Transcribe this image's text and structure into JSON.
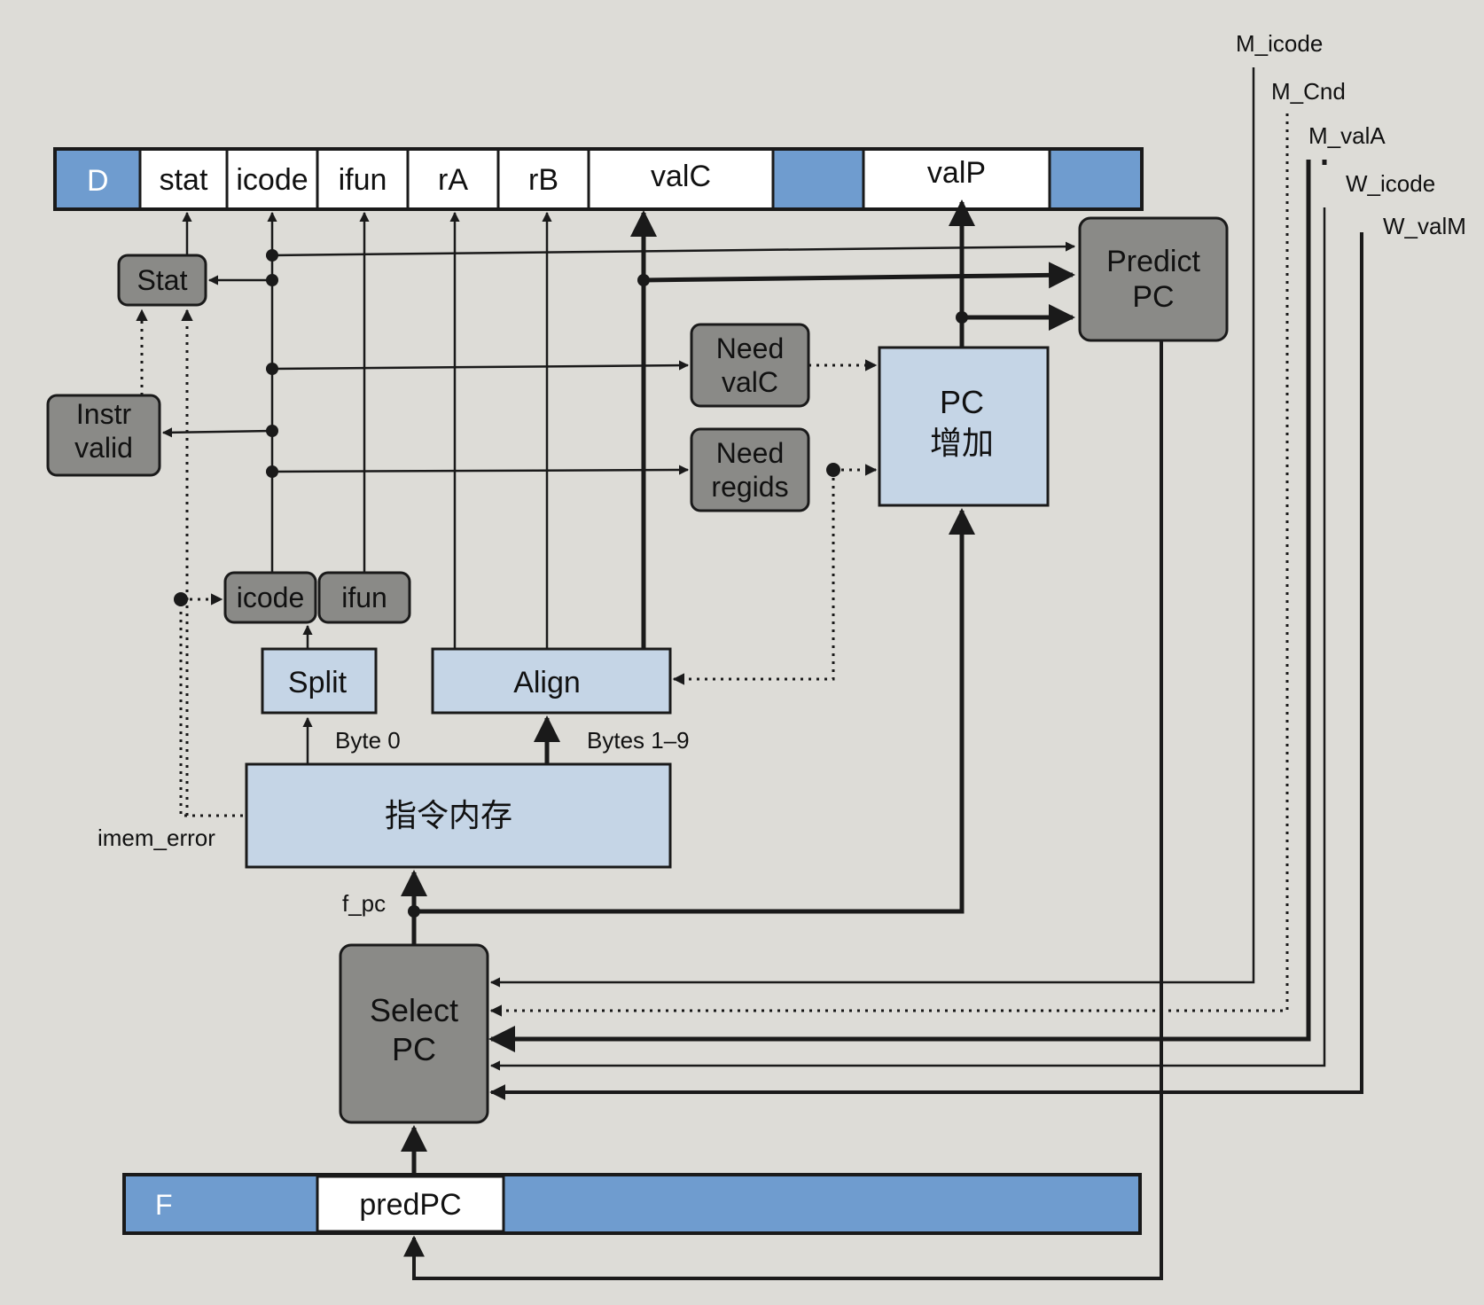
{
  "d_register": {
    "name": "D",
    "fields": [
      "stat",
      "icode",
      "ifun",
      "rA",
      "rB",
      "valC",
      "valP"
    ]
  },
  "f_register": {
    "name": "F",
    "field": "predPC"
  },
  "blocks": {
    "stat": "Stat",
    "instr_valid": [
      "Instr",
      "valid"
    ],
    "need_valc": [
      "Need",
      "valC"
    ],
    "need_regids": [
      "Need",
      "regids"
    ],
    "pc_inc": [
      "PC",
      "增加"
    ],
    "predict_pc": [
      "Predict",
      "PC"
    ],
    "icode": "icode",
    "ifun": "ifun",
    "split": "Split",
    "align": "Align",
    "imem": "指令内存",
    "select_pc": [
      "Select",
      "PC"
    ]
  },
  "signals": {
    "byte0": "Byte 0",
    "bytes19": "Bytes 1–9",
    "imem_error": "imem_error",
    "f_pc": "f_pc",
    "m_icode": "M_icode",
    "m_cnd": "M_Cnd",
    "m_vala": "M_valA",
    "w_icode": "W_icode",
    "w_valm": "W_valM"
  },
  "colors": {
    "register_blue": "#6f9ccf",
    "logic_blue": "#c5d5e6",
    "control_gray": "#8a8a87",
    "wire": "#1a1a1a"
  }
}
